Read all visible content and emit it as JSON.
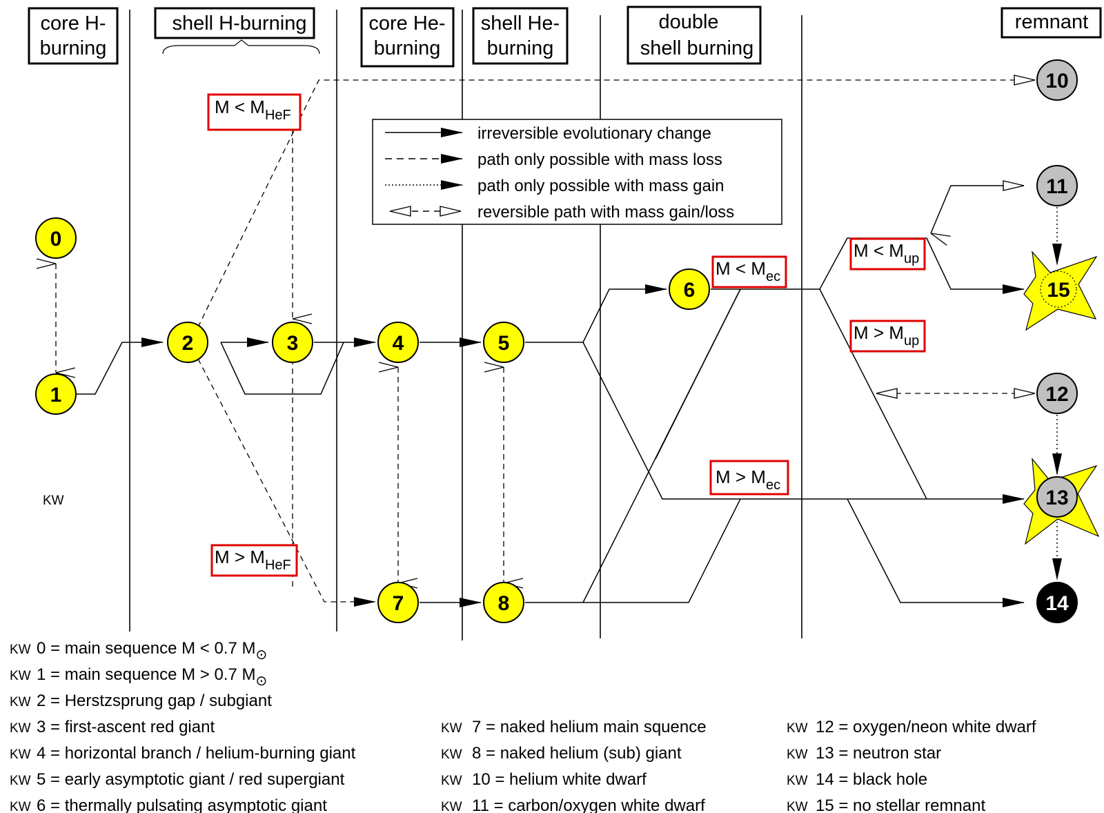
{
  "headers": [
    {
      "id": "core-h",
      "lines": [
        "core H-",
        "burning"
      ]
    },
    {
      "id": "shell-h",
      "lines": [
        "shell H-burning"
      ]
    },
    {
      "id": "core-he",
      "lines": [
        "core He-",
        "burning"
      ]
    },
    {
      "id": "shell-he",
      "lines": [
        "shell He-",
        "burning"
      ]
    },
    {
      "id": "double-shell",
      "lines": [
        "double",
        "shell burning"
      ]
    },
    {
      "id": "remnant",
      "lines": [
        "remnant"
      ]
    }
  ],
  "legend": [
    "irreversible evolutionary change",
    "path only possible with mass loss",
    "path only possible with mass gain",
    "reversible path with mass gain/loss"
  ],
  "nodes": [
    {
      "n": "0",
      "kind": "yellow"
    },
    {
      "n": "1",
      "kind": "yellow"
    },
    {
      "n": "2",
      "kind": "yellow"
    },
    {
      "n": "3",
      "kind": "yellow"
    },
    {
      "n": "4",
      "kind": "yellow"
    },
    {
      "n": "5",
      "kind": "yellow"
    },
    {
      "n": "6",
      "kind": "yellow"
    },
    {
      "n": "7",
      "kind": "yellow"
    },
    {
      "n": "8",
      "kind": "yellow"
    },
    {
      "n": "10",
      "kind": "grey"
    },
    {
      "n": "11",
      "kind": "grey"
    },
    {
      "n": "12",
      "kind": "grey"
    },
    {
      "n": "13",
      "kind": "grey-star"
    },
    {
      "n": "14",
      "kind": "black"
    },
    {
      "n": "15",
      "kind": "yellow-star"
    }
  ],
  "conditions": {
    "hef_lt": {
      "main": "M < M",
      "sub": "HeF"
    },
    "hef_gt": {
      "main": "M > M",
      "sub": "HeF"
    },
    "ec_lt": {
      "main": "M < M",
      "sub": "ec"
    },
    "ec_gt": {
      "main": "M > M",
      "sub": "ec"
    },
    "up_lt": {
      "main": "M < M",
      "sub": "up"
    },
    "up_gt": {
      "main": "M > M",
      "sub": "up"
    }
  },
  "kw_label": "KW",
  "key_prefix": "KW",
  "key": [
    {
      "text": "0 = main sequence M < 0.7 M",
      "sun": "⊙"
    },
    {
      "text": "1 = main sequence M > 0.7 M",
      "sun": "⊙"
    },
    {
      "text": "2 = Herstzsprung gap / subgiant"
    },
    {
      "text": "3 = first-ascent red giant"
    },
    {
      "text": "4 = horizontal branch / helium-burning giant"
    },
    {
      "text": "5 = early asymptotic giant / red supergiant"
    },
    {
      "text": "6 = thermally pulsating asymptotic giant"
    },
    {
      "text": " 7 = naked helium main squence"
    },
    {
      "text": " 8 = naked helium (sub) giant"
    },
    {
      "text": "10 = helium white dwarf"
    },
    {
      "text": "11 = carbon/oxygen white dwarf"
    },
    {
      "text": "12 = oxygen/neon white dwarf"
    },
    {
      "text": "13 = neutron star"
    },
    {
      "text": "14 = black hole"
    },
    {
      "text": "15 = no stellar remnant"
    }
  ],
  "colors": {
    "yellow": "#ffff00",
    "grey": "#c0c0c0",
    "black": "#000000",
    "condition_box": "#e00000",
    "line": "#000000"
  }
}
